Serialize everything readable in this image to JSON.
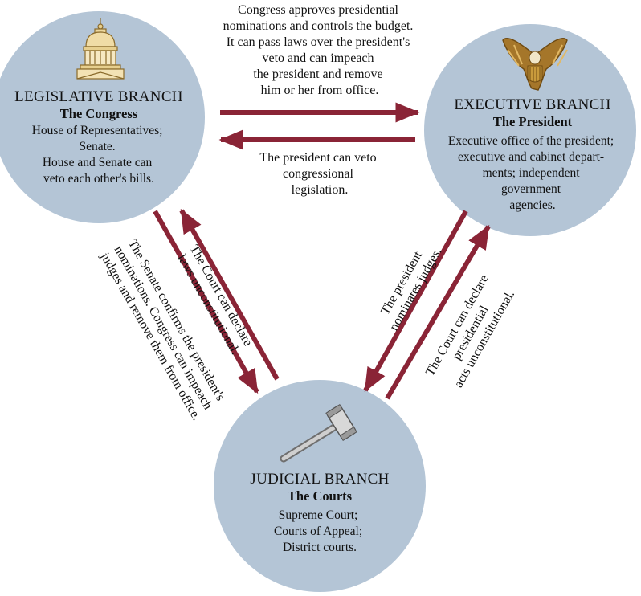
{
  "colors": {
    "circle_fill": "#b4c5d6",
    "arrow": "#8a2436",
    "icon_gold": "#c99a3c"
  },
  "branches": {
    "legislative": {
      "icon": "capitol-dome-icon",
      "title": "LEGISLATIVE BRANCH",
      "subtitle": "The Congress",
      "desc": [
        "House of Representatives;",
        "Senate.",
        "House and Senate can",
        "veto each other's bills."
      ]
    },
    "executive": {
      "icon": "eagle-seal-icon",
      "title": "EXECUTIVE BRANCH",
      "subtitle": "The President",
      "desc": [
        "Executive office of the president;",
        "executive and cabinet depart-",
        "ments; independent",
        "government",
        "agencies."
      ]
    },
    "judicial": {
      "icon": "gavel-icon",
      "title": "JUDICIAL BRANCH",
      "subtitle": "The  Courts",
      "desc": [
        "Supreme Court;",
        "Courts of Appeal;",
        "District courts."
      ]
    }
  },
  "notes": {
    "congress_to_president": [
      "Congress approves presidential",
      "nominations and controls the budget.",
      "It can pass laws over the president's",
      "veto and can impeach",
      "the president and remove",
      "him or her from office."
    ],
    "president_to_congress": [
      "The president can veto",
      "congressional",
      "legislation."
    ],
    "court_to_congress": [
      "The Court can declare",
      "laws unconstitutional."
    ],
    "senate_to_court": [
      "The Senate confirms the president's",
      "nominations. Congress can impeach",
      "judges and remove them from office."
    ],
    "president_to_court": [
      "The president",
      "nominates judges."
    ],
    "court_to_president": [
      "The Court can declare",
      "presidential",
      "acts unconstitutional."
    ]
  }
}
